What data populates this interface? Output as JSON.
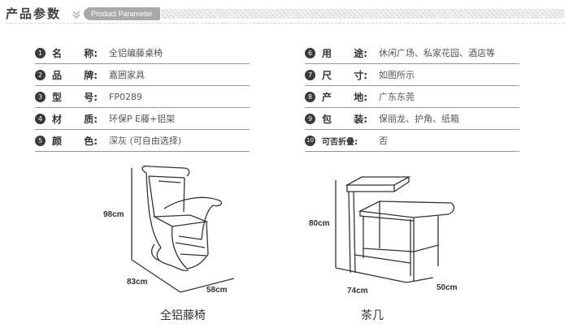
{
  "header": {
    "title": "产品参数",
    "tag": "Product Parameter",
    "chevron_icon": "double-chevron-down-icon"
  },
  "specs_left": [
    {
      "num": "1",
      "label_chars": [
        "名",
        "称:"
      ],
      "value": "全铝编藤桌椅"
    },
    {
      "num": "2",
      "label_chars": [
        "品",
        "牌:"
      ],
      "value": "嘉囲家具"
    },
    {
      "num": "3",
      "label_chars": [
        "型",
        "号:"
      ],
      "value": "FP0289"
    },
    {
      "num": "4",
      "label_chars": [
        "材",
        "质:"
      ],
      "value": "环保P E藤+铝架"
    },
    {
      "num": "5",
      "label_chars": [
        "颜",
        "色:"
      ],
      "value": "深灰 (可自由选择)"
    }
  ],
  "specs_right": [
    {
      "num": "6",
      "label_chars": [
        "用",
        "途:"
      ],
      "value": "休闲广场、私家花园、酒店等"
    },
    {
      "num": "7",
      "label_chars": [
        "尺",
        "寸:"
      ],
      "value": "如图所示"
    },
    {
      "num": "8",
      "label_chars": [
        "产",
        "地:"
      ],
      "value": "广东东莞"
    },
    {
      "num": "9",
      "label_chars": [
        "包",
        "装:"
      ],
      "value": "保丽龙、护角、纸箱"
    },
    {
      "num": "10",
      "label_chars": [
        "可否折叠:"
      ],
      "value": "否"
    }
  ],
  "chair": {
    "height": "98cm",
    "depth": "83cm",
    "width": "58cm",
    "caption": "全铝藤椅"
  },
  "table": {
    "height": "80cm",
    "length": "74cm",
    "width": "50cm",
    "caption": "茶几"
  }
}
